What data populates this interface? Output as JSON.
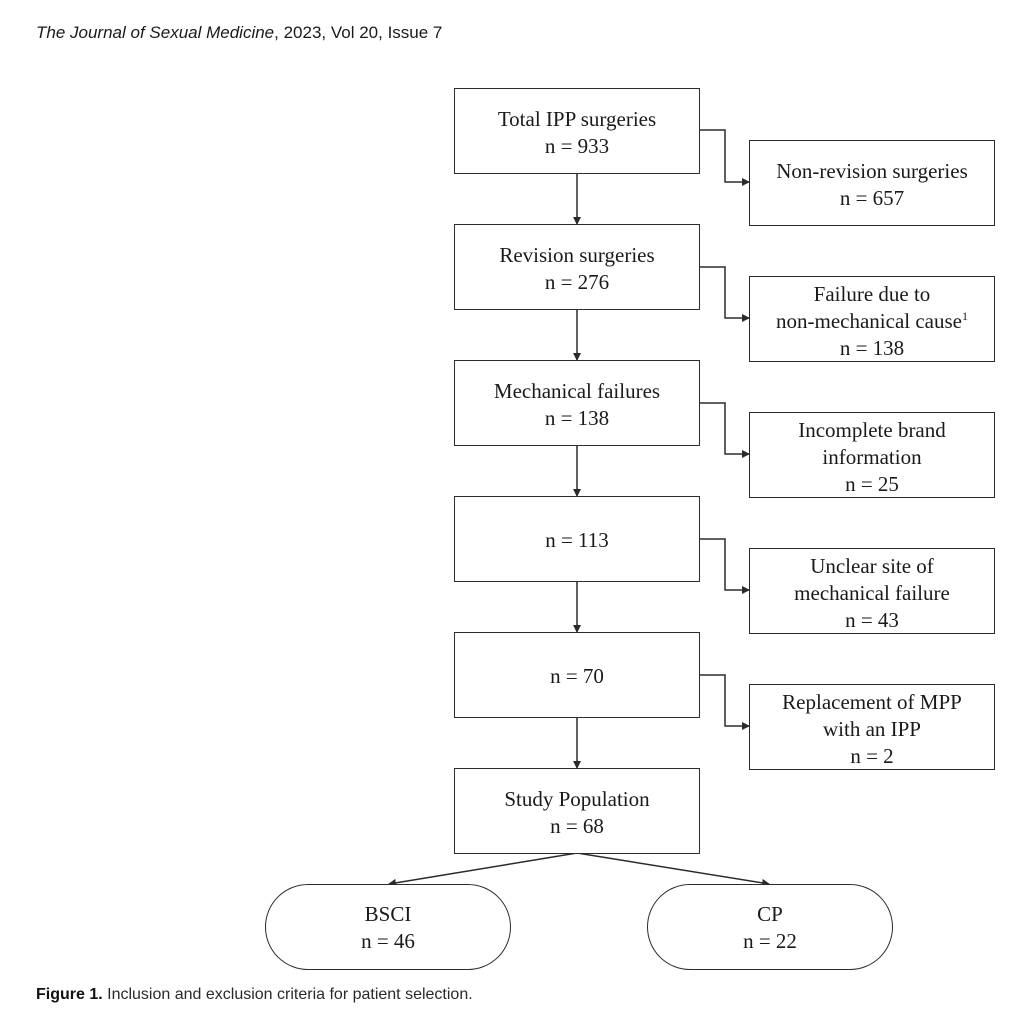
{
  "header": {
    "journal_name": "The Journal of Sexual Medicine",
    "journal_details": ", 2023, Vol 20, Issue 7"
  },
  "flowchart": {
    "main_steps": [
      {
        "label": "Total IPP surgeries",
        "count": "n = 933"
      },
      {
        "label": "Revision surgeries",
        "count": "n = 276"
      },
      {
        "label": "Mechanical failures",
        "count": "n = 138"
      },
      {
        "label": "",
        "count": "n = 113"
      },
      {
        "label": "",
        "count": "n = 70"
      },
      {
        "label": "Study Population",
        "count": "n = 68"
      }
    ],
    "exclusions": [
      {
        "line1": "Non-revision surgeries",
        "line2": "",
        "count": "n = 657"
      },
      {
        "line1": "Failure due to",
        "line2": "non-mechanical cause",
        "footnote_mark": "1",
        "count": "n = 138"
      },
      {
        "line1": "Incomplete brand",
        "line2": "information",
        "count": "n = 25"
      },
      {
        "line1": "Unclear site of",
        "line2": "mechanical failure",
        "count": "n = 43"
      },
      {
        "line1": "Replacement of MPP",
        "line2": "with an IPP",
        "count": "n = 2"
      }
    ],
    "groups": [
      {
        "label": "BSCI",
        "count": "n = 46"
      },
      {
        "label": "CP",
        "count": "n = 22"
      }
    ]
  },
  "caption": {
    "label": "Figure 1.",
    "text": " Inclusion and exclusion criteria for patient selection."
  }
}
